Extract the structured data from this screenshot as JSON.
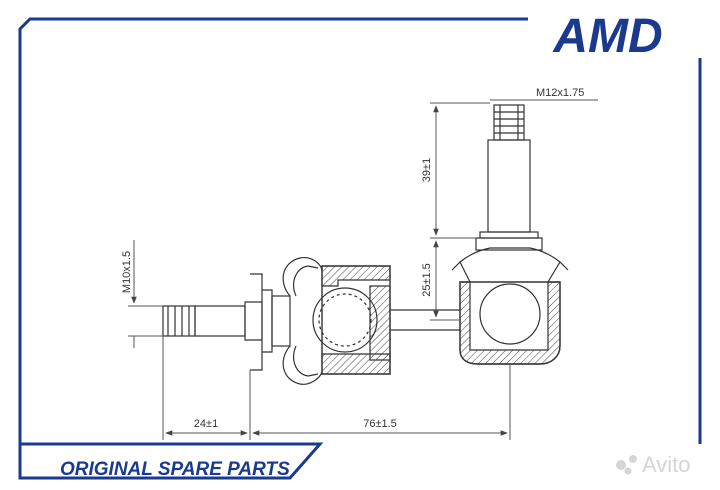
{
  "brand": {
    "logo_text": "AMD",
    "color": "#1a3a8f"
  },
  "footer": {
    "text": "ORIGINAL SPARE PARTS"
  },
  "watermark": {
    "text": "Avito"
  },
  "dimensions": {
    "thread_top": "M12x1.75",
    "height_top": "39±1",
    "height_mid": "25±1.5",
    "thread_left": "M10x1.5",
    "width_left": "24±1",
    "width_total": "76±1.5"
  },
  "colors": {
    "frame": "#1a3a8f",
    "line": "#333333",
    "dim": "#555555"
  }
}
